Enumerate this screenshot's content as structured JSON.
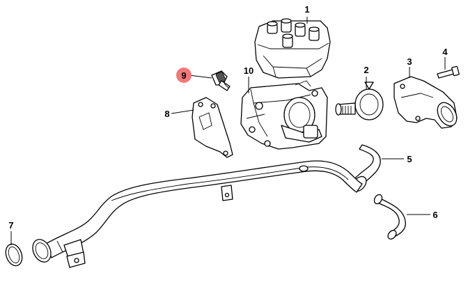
{
  "diagram": {
    "highlight_color": "#f0797a",
    "callouts": [
      {
        "id": "1",
        "label": "1",
        "highlighted": false
      },
      {
        "id": "2",
        "label": "2",
        "highlighted": false
      },
      {
        "id": "3",
        "label": "3",
        "highlighted": false
      },
      {
        "id": "4",
        "label": "4",
        "highlighted": false
      },
      {
        "id": "5",
        "label": "5",
        "highlighted": false
      },
      {
        "id": "6",
        "label": "6",
        "highlighted": false
      },
      {
        "id": "7",
        "label": "7",
        "highlighted": false
      },
      {
        "id": "8",
        "label": "8",
        "highlighted": false
      },
      {
        "id": "9",
        "label": "9",
        "highlighted": true
      },
      {
        "id": "10",
        "label": "10",
        "highlighted": false
      }
    ]
  }
}
